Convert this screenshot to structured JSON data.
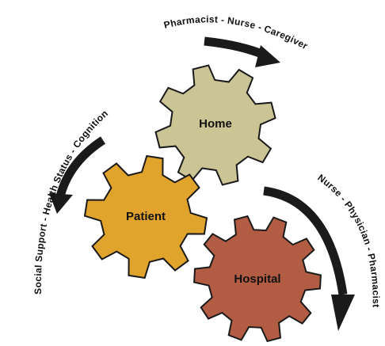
{
  "gears": [
    {
      "id": "home",
      "label": "Home",
      "color": "#cbc596"
    },
    {
      "id": "patient",
      "label": "Patient",
      "color": "#e0a32c"
    },
    {
      "id": "hospital",
      "label": "Hospital",
      "color": "#b25c43"
    }
  ],
  "cycle_labels": {
    "top": "Pharmacist - Nurse - Caregiver",
    "left": "Social Support - Health Status - Cognition",
    "right": "Nurse - Physician - Pharmacist"
  },
  "colors": {
    "outline": "#1a1a1a",
    "arrow": "#1a1a1a",
    "background": "#ffffff"
  }
}
